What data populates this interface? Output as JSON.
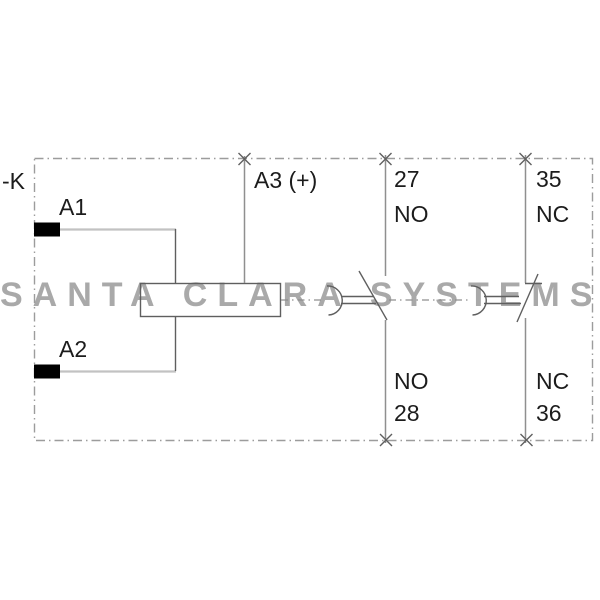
{
  "colors": {
    "background": "#ffffff",
    "border_gray": "#9c9c9c",
    "line_gray": "#8f8f8f",
    "dark_line": "#5f5f5f",
    "wire_light": "#c2c2c2",
    "label_black": "#1c1c1c",
    "terminal_black": "#000000",
    "watermark_gray": "#a9a9a9"
  },
  "watermark": {
    "text": "SANTA CLARA SYSTEMS"
  },
  "schematic": {
    "device_label": "-K",
    "coil_terminals": {
      "a1": "A1",
      "a2": "A2",
      "a3": "A3 (+)"
    },
    "contacts": [
      {
        "kind": "NO",
        "top_number": "27",
        "top_type": "NO",
        "bottom_type": "NO",
        "bottom_number": "28"
      },
      {
        "kind": "NC",
        "top_number": "35",
        "top_type": "NC",
        "bottom_type": "NC",
        "bottom_number": "36"
      }
    ]
  }
}
